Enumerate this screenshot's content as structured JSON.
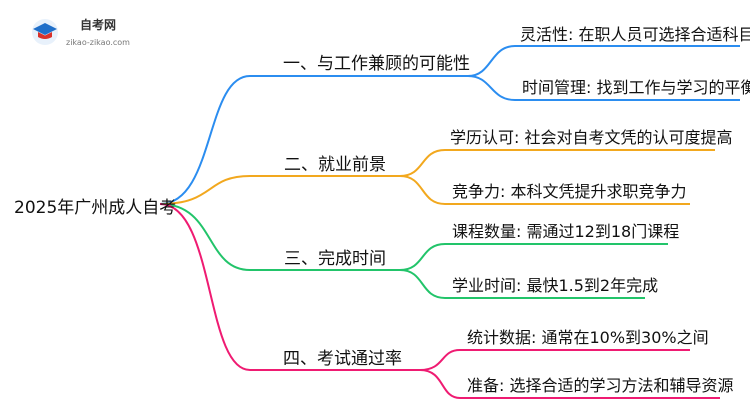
{
  "logo": {
    "title": "自考网",
    "url": "zikao-zikao.com"
  },
  "root": "2025年广州成人自考",
  "branches": [
    {
      "label": "一、与工作兼顾的可能性",
      "color": "#2b8df0",
      "leaves": [
        "灵活性: 在职人员可选择合适科目",
        "时间管理: 找到工作与学习的平衡"
      ]
    },
    {
      "label": "二、就业前景",
      "color": "#f2a81e",
      "leaves": [
        "学历认可: 社会对自考文凭的认可度提高",
        "竞争力: 本科文凭提升求职竞争力"
      ]
    },
    {
      "label": "三、完成时间",
      "color": "#22c46a",
      "leaves": [
        "课程数量: 需通过12到18门课程",
        "学业时间: 最快1.5到2年完成"
      ]
    },
    {
      "label": "四、考试通过率",
      "color": "#ef1b72",
      "leaves": [
        "统计数据: 通常在10%到30%之间",
        "准备: 选择合适的学习方法和辅导资源"
      ]
    }
  ]
}
